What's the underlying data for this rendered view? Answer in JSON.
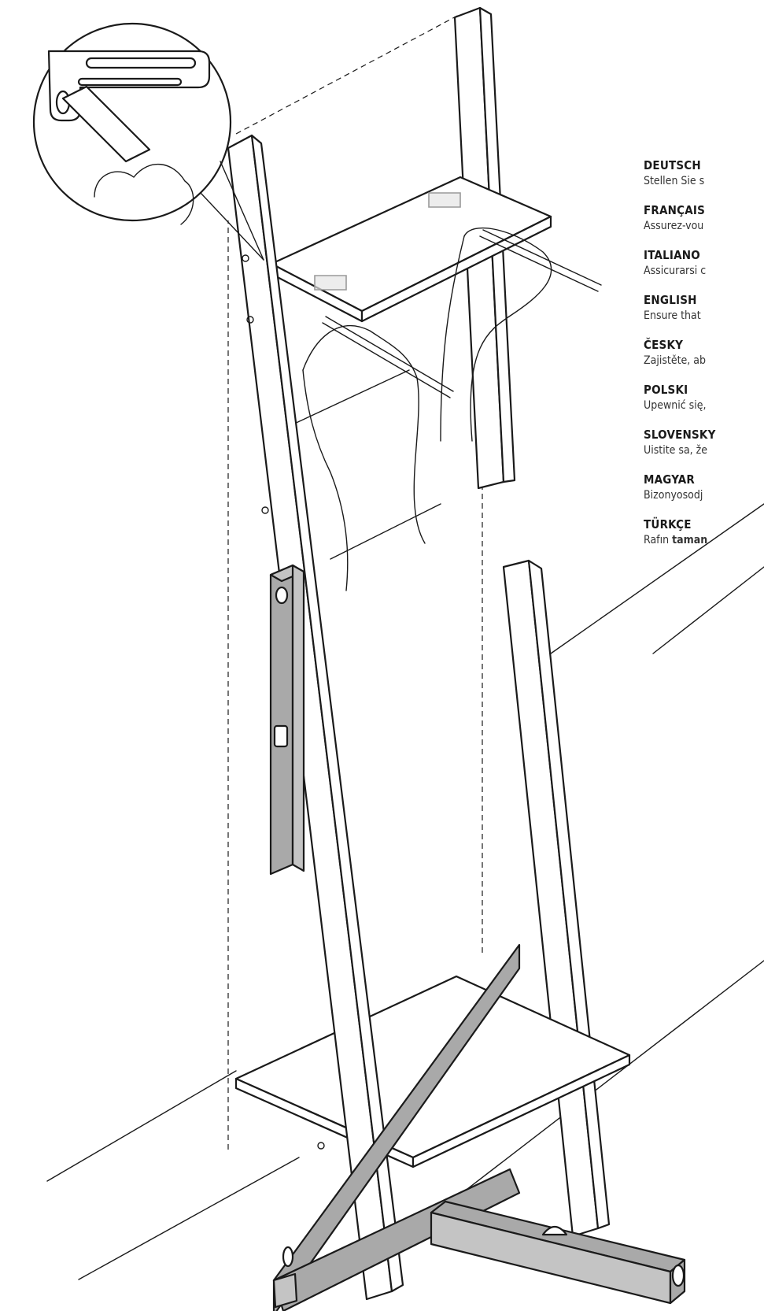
{
  "languages": [
    {
      "title": "DEUTSCH",
      "text": "Stellen Sie s"
    },
    {
      "title": "FRANÇAIS",
      "text": "Assurez-vou"
    },
    {
      "title": "ITALIANO",
      "text": "Assicurarsi c"
    },
    {
      "title": "ENGLISH",
      "text": "Ensure that"
    },
    {
      "title": "ČESKY",
      "text": "Zajistěte, ab"
    },
    {
      "title": "POLSKI",
      "text": "Upewnić się,"
    },
    {
      "title": "SLOVENSKY",
      "text": "Uistite sa, že"
    },
    {
      "title": "MAGYAR",
      "text": "Bizonyosodj"
    },
    {
      "title": "TÜRKÇE",
      "text": "Rafın",
      "text_bold": "taman"
    }
  ],
  "illustration": {
    "description_icons": [
      "ladder-shelf-icon",
      "spirit-level-icon",
      "pencil-icon",
      "wall-bracket-icon",
      "hand-icon",
      "magnifier-callout-icon"
    ]
  }
}
